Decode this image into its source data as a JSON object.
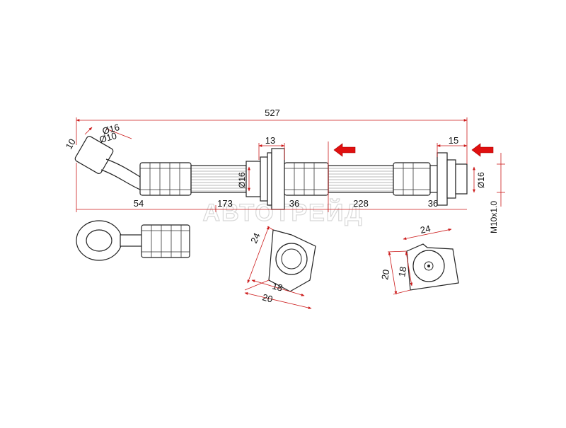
{
  "watermark": "АВТОТРЕЙД",
  "colors": {
    "dimension_line": "#cc1a1a",
    "outline": "#222222",
    "arrow": "#e01010"
  },
  "dimensions": {
    "total_length": "527",
    "banjo_angle": "10",
    "banjo_outer_dia": "Ø16",
    "banjo_inner_dia": "Ø10",
    "bracket1_width": "13",
    "hose_dia_1": "Ø16",
    "seg_54": "54",
    "seg_173": "173",
    "seg_36_a": "36",
    "seg_228": "228",
    "seg_36_b": "36",
    "end_width": "15",
    "hose_dia_2": "Ø16",
    "thread": "M10x1.0"
  },
  "bracket_left": {
    "side": "24",
    "inner": "18",
    "outer": "20"
  },
  "bracket_right": {
    "top": "24",
    "inner": "18",
    "outer": "20"
  }
}
